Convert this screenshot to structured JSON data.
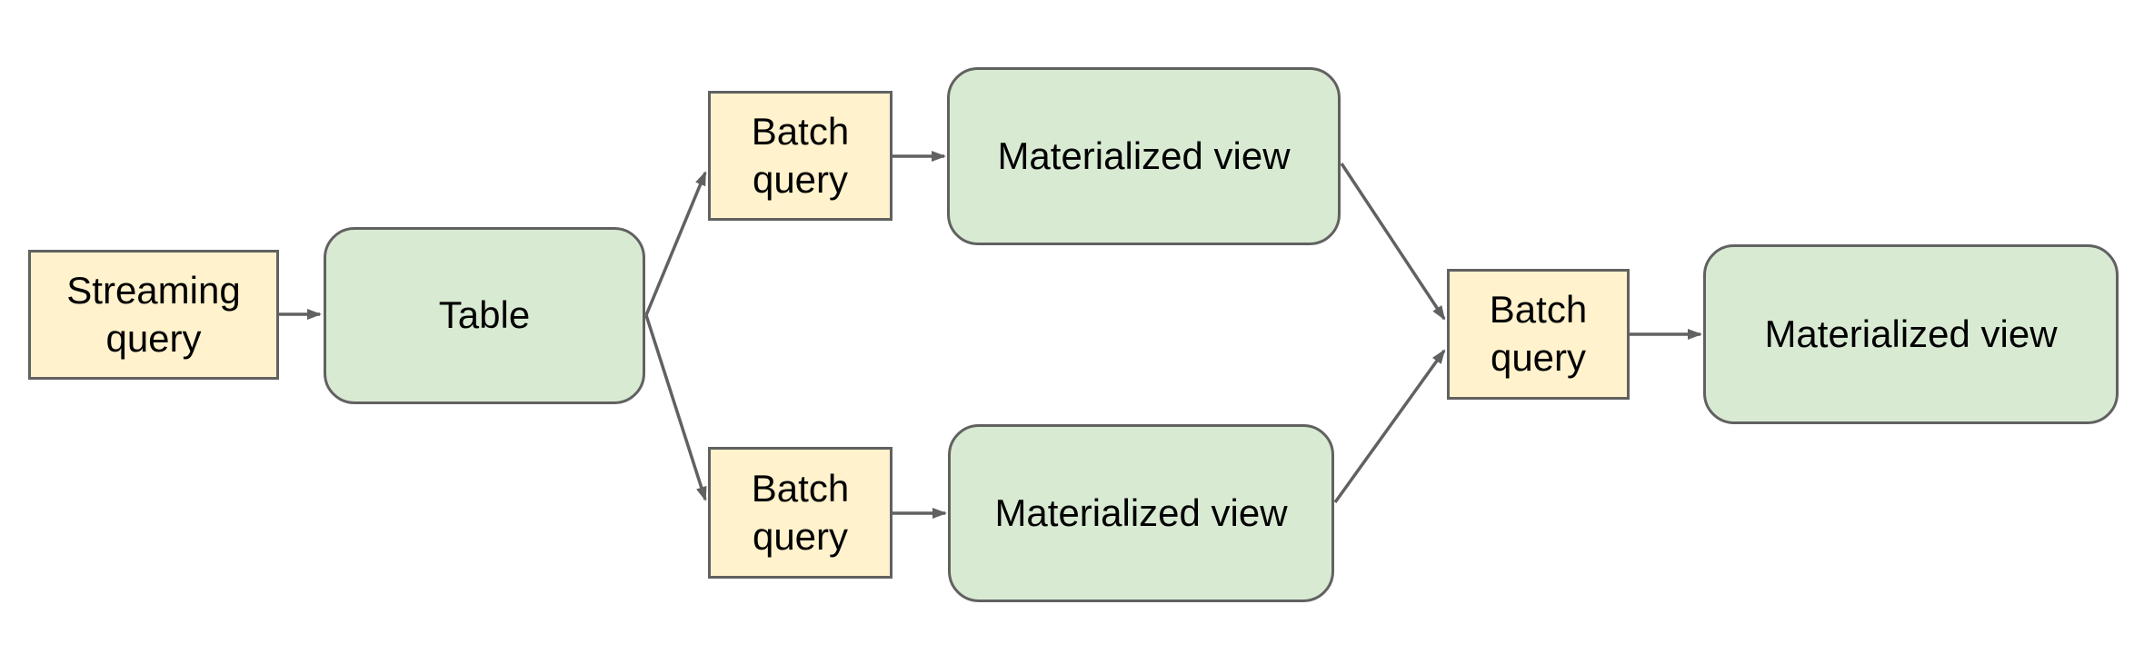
{
  "diagram": {
    "description": "Streaming and batch query pipeline producing materialized views",
    "colors": {
      "query_fill": "#fff2cc",
      "store_fill": "#d9ead3",
      "stroke": "#616161",
      "text": "#000000",
      "background": "#ffffff"
    },
    "nodes": {
      "streaming_query": {
        "label": "Streaming query",
        "shape": "rectangle",
        "kind": "query"
      },
      "table": {
        "label": "Table",
        "shape": "rounded-rectangle",
        "kind": "store"
      },
      "batch_query_top": {
        "label": "Batch query",
        "shape": "rectangle",
        "kind": "query"
      },
      "materialized_view_top": {
        "label": "Materialized view",
        "shape": "rounded-rectangle",
        "kind": "store"
      },
      "batch_query_bottom": {
        "label": "Batch query",
        "shape": "rectangle",
        "kind": "query"
      },
      "materialized_view_bottom": {
        "label": "Materialized view",
        "shape": "rounded-rectangle",
        "kind": "store"
      },
      "batch_query_merge": {
        "label": "Batch query",
        "shape": "rectangle",
        "kind": "query"
      },
      "materialized_view_final": {
        "label": "Materialized view",
        "shape": "rounded-rectangle",
        "kind": "store"
      }
    },
    "edges": [
      {
        "from": "streaming_query",
        "to": "table"
      },
      {
        "from": "table",
        "to": "batch_query_top"
      },
      {
        "from": "table",
        "to": "batch_query_bottom"
      },
      {
        "from": "batch_query_top",
        "to": "materialized_view_top"
      },
      {
        "from": "batch_query_bottom",
        "to": "materialized_view_bottom"
      },
      {
        "from": "materialized_view_top",
        "to": "batch_query_merge"
      },
      {
        "from": "materialized_view_bottom",
        "to": "batch_query_merge"
      },
      {
        "from": "batch_query_merge",
        "to": "materialized_view_final"
      }
    ]
  }
}
